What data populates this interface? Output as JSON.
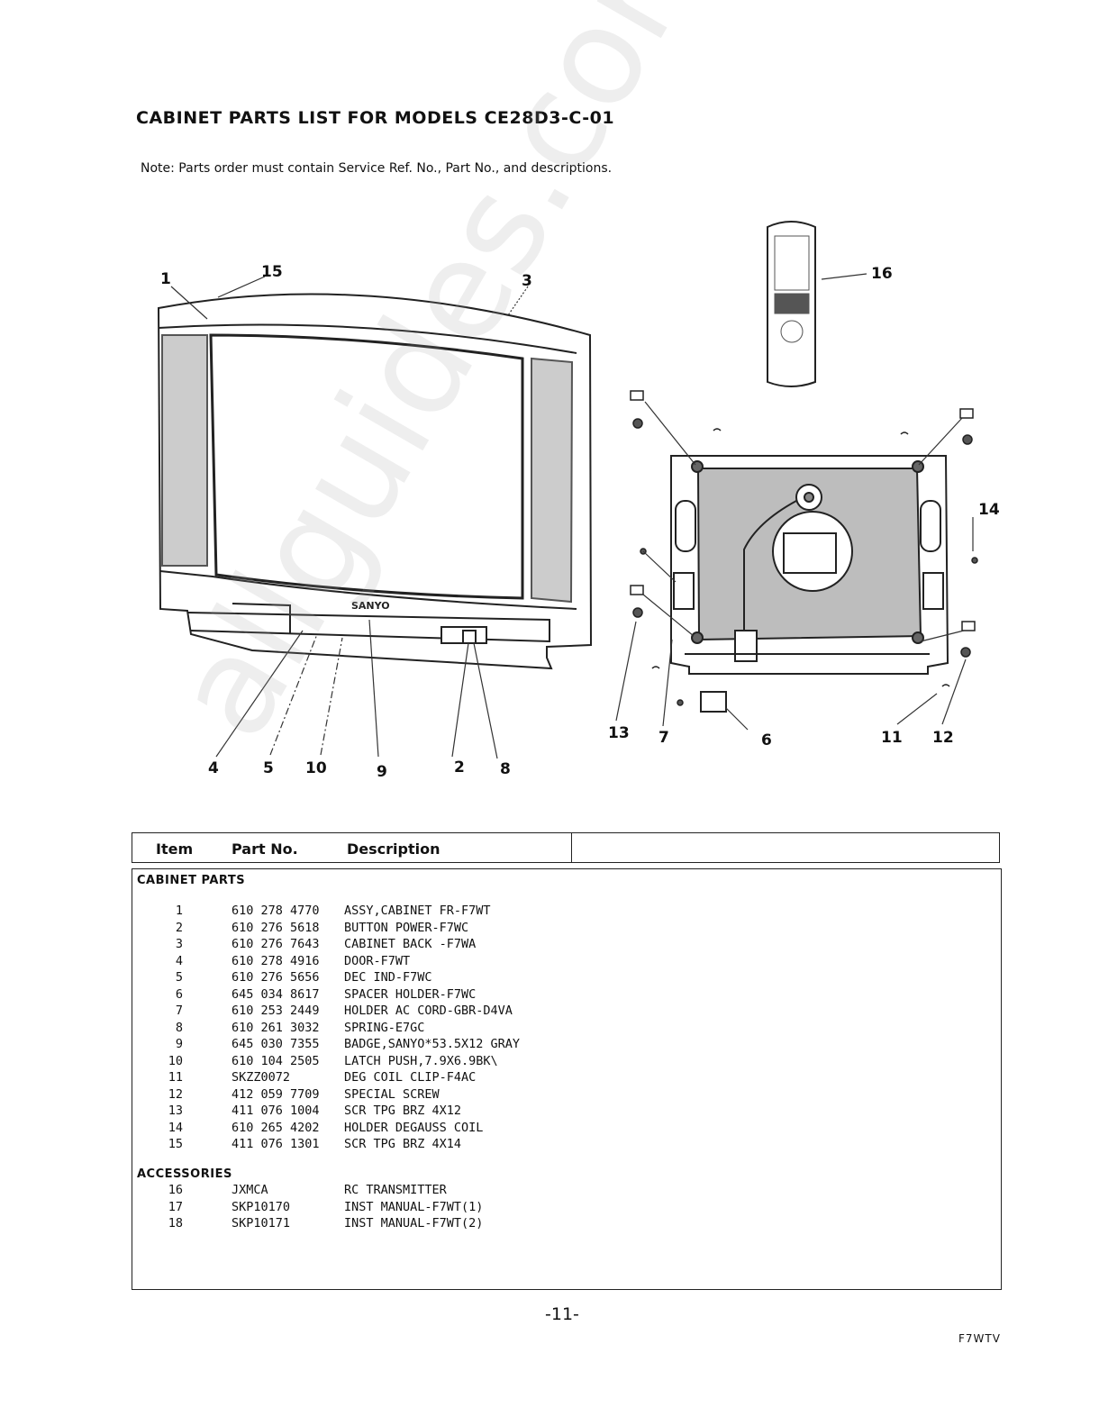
{
  "title": "CABINET PARTS LIST FOR MODELS  CE28D3-C-01",
  "note": "Note: Parts order must contain Service Ref. No., Part No., and descriptions.",
  "diagram": {
    "brand_badge": "SANYO",
    "callouts": {
      "c1": "1",
      "c2": "2",
      "c3": "3",
      "c4": "4",
      "c5": "5",
      "c6": "6",
      "c7": "7",
      "c8": "8",
      "c9": "9",
      "c10": "10",
      "c11": "11",
      "c12": "12",
      "c13": "13",
      "c14": "14",
      "c15": "15",
      "c16": "16"
    }
  },
  "table": {
    "headers": {
      "item": "Item",
      "part_no": "Part No.",
      "description": "Description"
    },
    "sections": [
      {
        "name": "CABINET PARTS",
        "rows": [
          {
            "item": "1",
            "part_no": "610 278 4770",
            "description": "ASSY,CABINET FR-F7WT"
          },
          {
            "item": "2",
            "part_no": "610 276 5618",
            "description": "BUTTON POWER-F7WC"
          },
          {
            "item": "3",
            "part_no": "610 276 7643",
            "description": "CABINET BACK -F7WA"
          },
          {
            "item": "4",
            "part_no": "610 278 4916",
            "description": "DOOR-F7WT"
          },
          {
            "item": "5",
            "part_no": "610 276 5656",
            "description": "DEC IND-F7WC"
          },
          {
            "item": "6",
            "part_no": "645 034 8617",
            "description": "SPACER HOLDER-F7WC"
          },
          {
            "item": "7",
            "part_no": "610 253 2449",
            "description": "HOLDER AC CORD-GBR-D4VA"
          },
          {
            "item": "8",
            "part_no": "610 261 3032",
            "description": "SPRING-E7GC"
          },
          {
            "item": "9",
            "part_no": "645 030 7355",
            "description": "BADGE,SANYO*53.5X12 GRAY"
          },
          {
            "item": "10",
            "part_no": "610 104 2505",
            "description": "LATCH PUSH,7.9X6.9BK\\"
          },
          {
            "item": "11",
            "part_no": "SKZZ0072",
            "description": "DEG COIL CLIP-F4AC"
          },
          {
            "item": "12",
            "part_no": "412 059 7709",
            "description": "SPECIAL SCREW"
          },
          {
            "item": "13",
            "part_no": "411 076 1004",
            "description": "SCR TPG BRZ 4X12"
          },
          {
            "item": "14",
            "part_no": "610 265 4202",
            "description": "HOLDER DEGAUSS COIL"
          },
          {
            "item": "15",
            "part_no": "411 076 1301",
            "description": "SCR TPG BRZ 4X14"
          }
        ]
      },
      {
        "name": "ACCESSORIES",
        "rows": [
          {
            "item": "16",
            "part_no": "JXMCA",
            "description": "RC TRANSMITTER"
          },
          {
            "item": "17",
            "part_no": "SKP10170",
            "description": "INST MANUAL-F7WT(1)"
          },
          {
            "item": "18",
            "part_no": "SKP10171",
            "description": "INST MANUAL-F7WT(2)"
          }
        ]
      }
    ]
  },
  "page_number": "-11-",
  "doc_code": "F7WTV"
}
